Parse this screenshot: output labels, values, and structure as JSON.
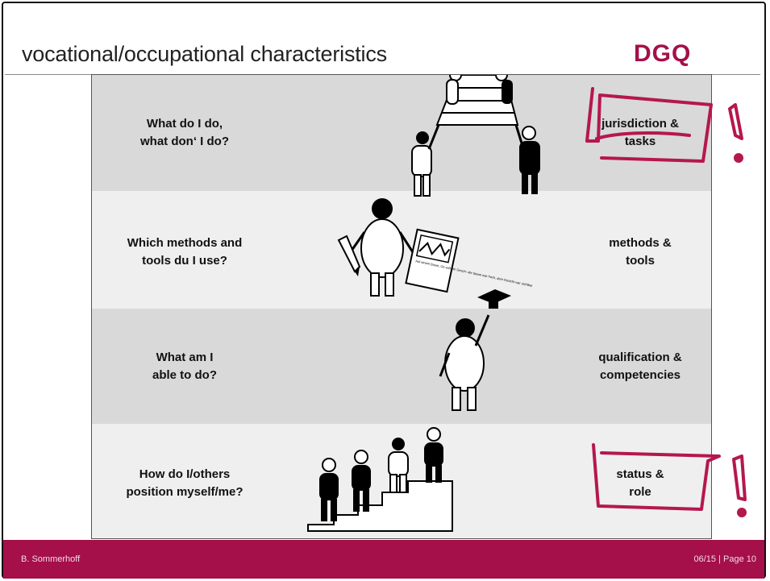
{
  "slide": {
    "title": "vocational/occupational characteristics",
    "logo": "DGQ",
    "rows": [
      {
        "question": "What do I do,\nwhat don‘ I do?",
        "answer": "jurisdiction &\ntasks"
      },
      {
        "question": "Which methods  and\ntools du I use?",
        "answer": "methods &\ntools"
      },
      {
        "question": "What am I\nable to do?",
        "answer": "qualification &\ncompetencies"
      },
      {
        "question": "How do I/others\nposition myself/me?",
        "answer": "status &\nrole"
      }
    ],
    "clipboard_text": "Auf einem Baum, Ov\nsaß ein Gesch-\nder Baum war hoch,\ndem Gesicht war sichtbar"
  },
  "footer": {
    "author": "B. Sommerhoff",
    "page_info": "06/15  |  Page 10"
  },
  "colors": {
    "brand": "#a50f4a",
    "annotation": "#b5174f",
    "band_dark": "#d9d9d9",
    "band_light": "#efefef"
  }
}
